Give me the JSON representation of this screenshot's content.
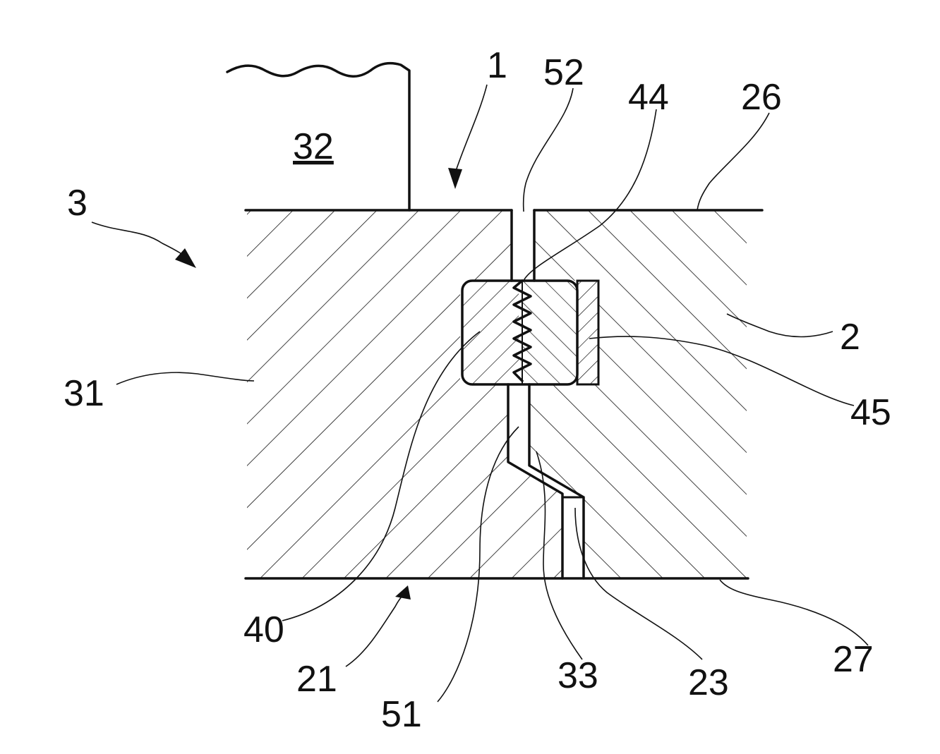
{
  "labels": {
    "l1": "1",
    "l2": "2",
    "l3": "3",
    "l21": "21",
    "l23": "23",
    "l26": "26",
    "l27": "27",
    "l31": "31",
    "l32": "32",
    "l33": "33",
    "l40": "40",
    "l44": "44",
    "l45": "45",
    "l51": "51",
    "l52": "52"
  },
  "colors": {
    "ink": "#111111",
    "background": "#ffffff"
  }
}
